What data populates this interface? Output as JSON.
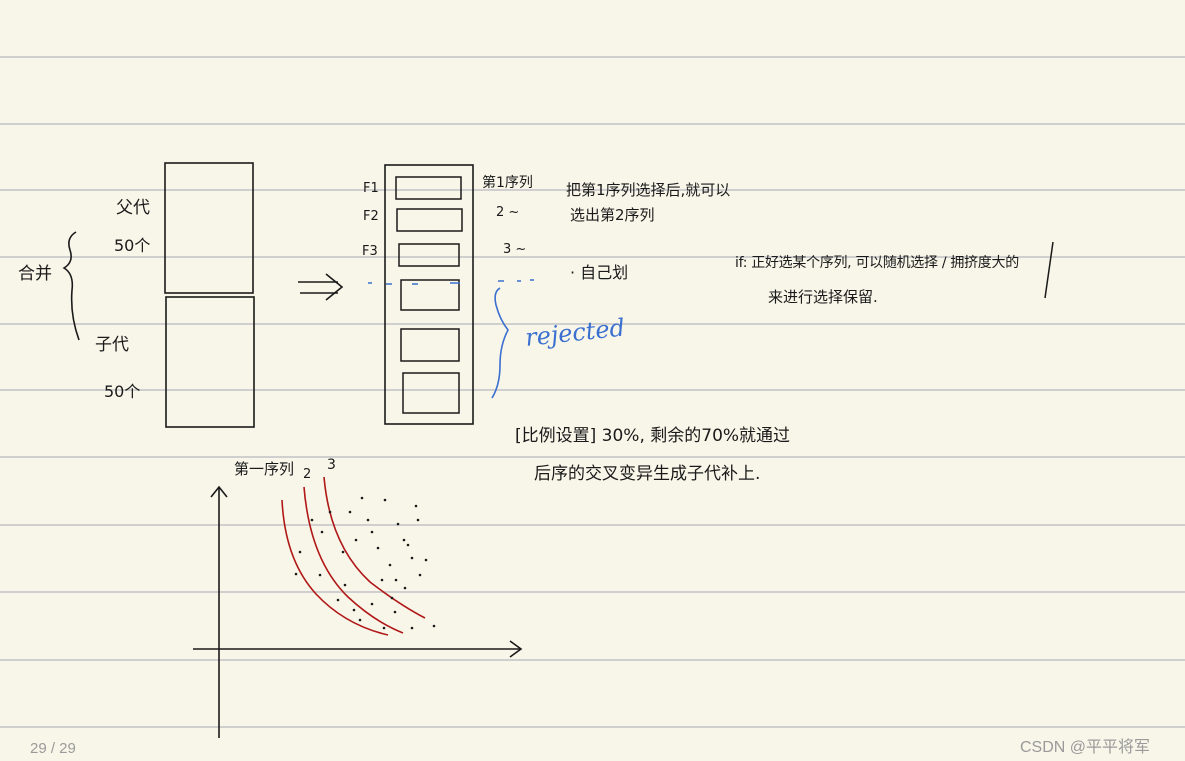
{
  "page": {
    "counter": "29 / 29",
    "watermark": "CSDN @平平将军"
  },
  "colors": {
    "paper": "#f8f6e9",
    "rule_line": "#cfcfcf",
    "ink": "#1a1a1a",
    "blue_ink": "#3b6fd0",
    "red_ink": "#b01818"
  },
  "notes": {
    "merge": "合并",
    "parent_gen": "父代",
    "parent_count": "50个",
    "child_gen": "子代",
    "child_count": "50个",
    "f1": "F1",
    "f2": "F2",
    "f3": "F3",
    "rank1": "第1序列",
    "rank2": "2 ~",
    "rank3": "3 ~",
    "rank_note_line1": "把第1序列选择后,就可以",
    "rank_note_line2": "选出第2序列",
    "crowding": "· 自己划",
    "rejected": "rejected",
    "side_note_line1": "if: 正好选某个序列, 可以随机选择 / 拥挤度大的",
    "side_note_line2": "来进行选择保留.",
    "ratio_note_line1": "[比例设置] 30%, 剩余的70%就通过",
    "ratio_note_line2": "后序的交叉变异生成子代补上.",
    "front_first": "第一序列",
    "front_2": "2",
    "front_3": "3"
  }
}
